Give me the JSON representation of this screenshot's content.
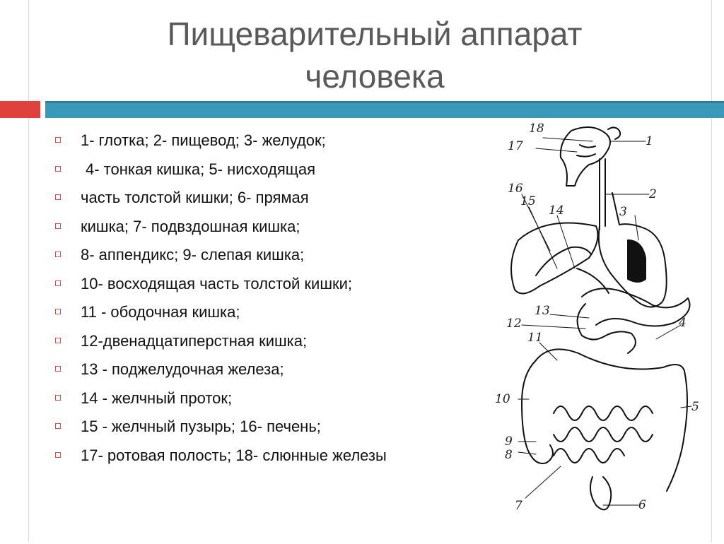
{
  "slide": {
    "title_line1": "Пищеварительный аппарат",
    "title_line2": "человека",
    "accent_colors": {
      "red": "#e0413c",
      "blue": "#3a98b9",
      "bullet": "#d9534f"
    }
  },
  "items": [
    "1- глотка; 2- пищевод; 3- желудок;",
    "4- тонкая кишка; 5- нисходящая",
    "часть толстой кишки; 6- прямая",
    "кишка; 7- подвздошная кишка;",
    "8- аппендикс; 9- слепая кишка;",
    "10- восходящая часть толстой кишки;",
    "11 - ободочная кишка;",
    "12-двенадцатиперстная кишка;",
    "13 - поджелудочная железа;",
    "14 - желчный проток;",
    "15 - желчный пузырь; 16- печень;",
    "17- ротовая полость; 18- слюнные железы"
  ],
  "figure": {
    "labels": [
      "18",
      "17",
      "1",
      "2",
      "16",
      "15",
      "14",
      "3",
      "13",
      "12",
      "4",
      "11",
      "10",
      "5",
      "9",
      "8",
      "7",
      "6"
    ]
  }
}
